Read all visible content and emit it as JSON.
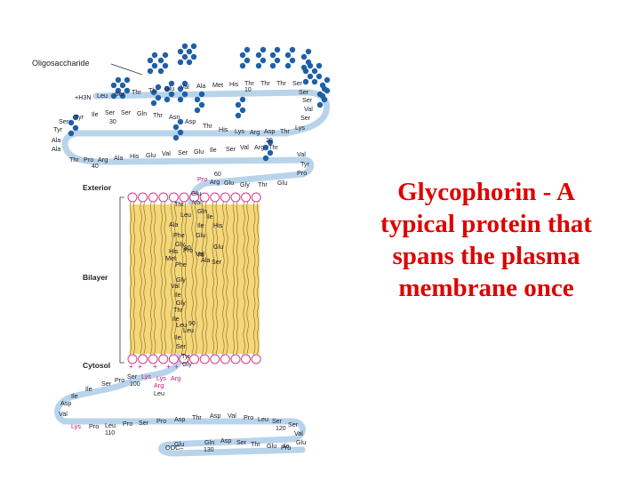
{
  "labels": {
    "oligosaccharide": "Oligosaccharide",
    "exterior": "Exterior",
    "bilayer": "Bilayer",
    "cytosol": "Cytosol"
  },
  "title_lines": [
    "Glycophorin - A",
    "typical protein that",
    "spans the plasma",
    "membrane once"
  ],
  "colors": {
    "title": "#e00000",
    "backbone": "#b8d4ea",
    "sugar": "#1f5fa8",
    "bilayer_fill": "#f3d77a",
    "headgroup_stroke": "#d23c8c",
    "charged": "#c2187a"
  },
  "sequence_labels": {
    "n_term": "+H3N",
    "c_term": "OOC",
    "residues": [
      "Leu",
      "Ser",
      "Thr",
      "Thr",
      "Glu",
      "Val",
      "Ala",
      "Met",
      "His",
      "Thr",
      "Thr",
      "Thr",
      "Ser",
      "Ser",
      "Ser",
      "Val",
      "Ser",
      "Lys",
      "Thr",
      "Asp",
      "Arg",
      "Lys",
      "His",
      "Thr",
      "Asp",
      "Asn",
      "Thr",
      "Gln",
      "Ser",
      "Ser",
      "Ile",
      "Tyr",
      "Ser",
      "Tyr",
      "Ala",
      "Ala",
      "Thr",
      "Pro",
      "Arg",
      "Ala",
      "His",
      "Glu",
      "Val",
      "Ser",
      "Glu",
      "Ile",
      "Ser",
      "Val",
      "Arg",
      "Thr",
      "Val",
      "Tyr",
      "Pro",
      "Pro",
      "Arg",
      "Glu",
      "Gly",
      "Thr",
      "Glu",
      "Glu",
      "Val",
      "Thr",
      "Gln",
      "Leu",
      "Ile",
      "Ala",
      "Ile",
      "His",
      "Phe",
      "Glu",
      "Gly",
      "Pro",
      "Val",
      "Glu",
      "His",
      "Met",
      "Ala",
      "Ser",
      "Phe",
      "Gly",
      "Val",
      "Ile",
      "Gly",
      "Thr",
      "Ile",
      "Leu",
      "Leu",
      "Ile",
      "Ser",
      "Tyr",
      "Gly",
      "Ile",
      "Ser",
      "Pro",
      "Ser",
      "Lys",
      "Lys",
      "Arg",
      "Arg",
      "Leu",
      "Ile",
      "Asp",
      "Val",
      "Lys",
      "Pro",
      "Leu",
      "Pro",
      "Ser",
      "Pro",
      "Asp",
      "Thr",
      "Asp",
      "Val",
      "Pro",
      "Leu",
      "Ser",
      "Ser",
      "Val",
      "Glu",
      "Ile",
      "Glu",
      "Gln",
      "Asp",
      "Ser",
      "Thr",
      "Glu",
      "Pro",
      "Asn",
      "Glu"
    ],
    "numbers": [
      "10",
      "20",
      "30",
      "40",
      "60",
      "70",
      "80",
      "90",
      "100",
      "110",
      "120",
      "130"
    ]
  }
}
